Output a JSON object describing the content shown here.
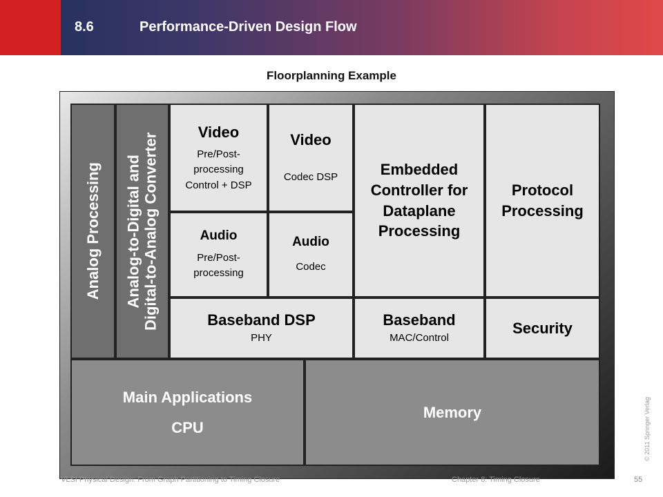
{
  "header": {
    "section_number": "8.6",
    "section_title": "Performance-Driven Design Flow"
  },
  "subtitle": "Floorplanning Example",
  "blocks": {
    "analog_processing": "Analog Processing",
    "converter_line1": "Analog-to-Digital and",
    "converter_line2": "Digital-to-Analog Converter",
    "video_pre": {
      "title": "Video",
      "l1": "Pre/Post-",
      "l2": "processing",
      "l3": "Control + DSP"
    },
    "video_codec": {
      "title": "Video",
      "sub": "Codec DSP"
    },
    "audio_pre": {
      "title": "Audio",
      "l1": "Pre/Post-",
      "l2": "processing"
    },
    "audio_codec": {
      "title": "Audio",
      "sub": "Codec"
    },
    "embedded": {
      "l1": "Embedded",
      "l2": "Controller for",
      "l3": "Dataplane",
      "l4": "Processing"
    },
    "protocol": {
      "l1": "Protocol",
      "l2": "Processing"
    },
    "baseband_dsp": {
      "title": "Baseband DSP",
      "sub": "PHY"
    },
    "baseband_mac": {
      "title": "Baseband",
      "sub": "MAC/Control"
    },
    "security": "Security",
    "main_apps": {
      "l1": "Main Applications",
      "l2": "CPU"
    },
    "memory": "Memory"
  },
  "footer": {
    "left": "VLSI Physical Design: From Graph Partitioning to Timing Closure",
    "middle": "Chapter 8: Timing Closure",
    "page": "55",
    "copyright": "© 2011 Springer Verlag"
  },
  "colors": {
    "header_red": "#d42020",
    "block_light": "#e6e6e6",
    "block_dark": "#6f6f6f",
    "block_mid": "#8c8c8c"
  }
}
